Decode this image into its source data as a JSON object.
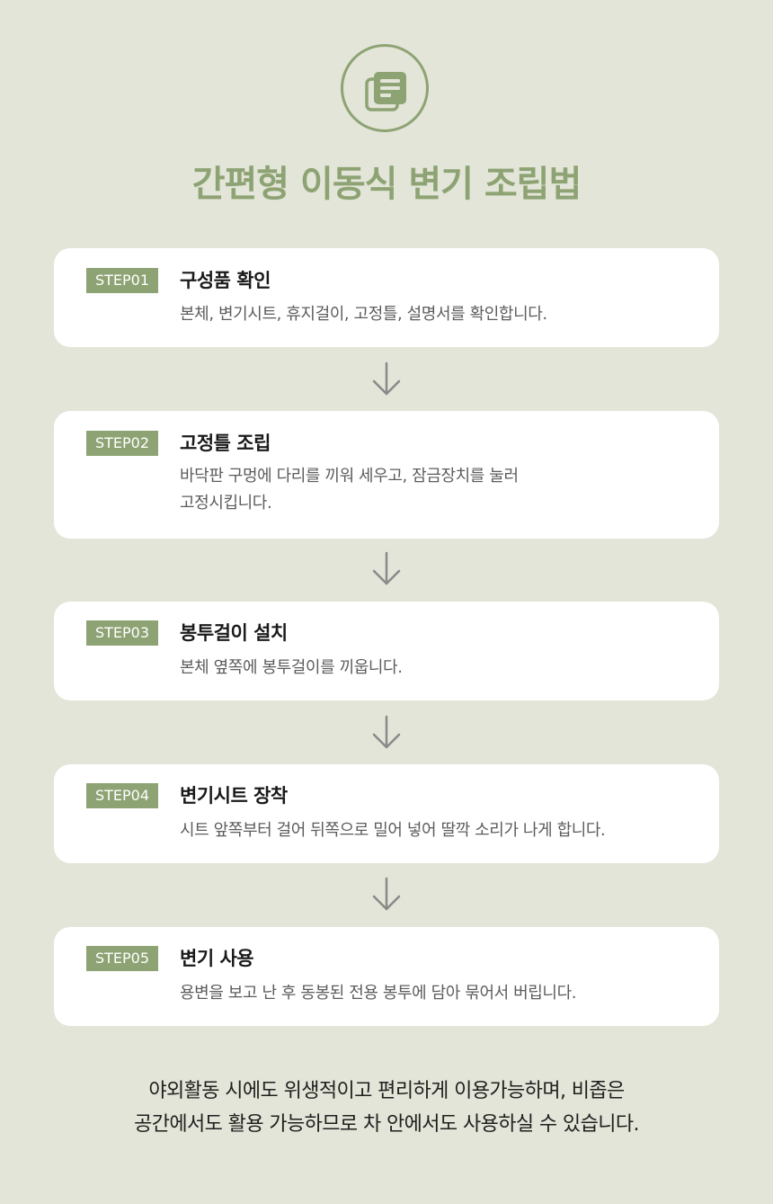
{
  "title": "간편형 이동식 변기 조립법",
  "icon": "document-stack-icon",
  "colors": {
    "accent": "#8ea374",
    "background": "#e2e5d7",
    "card": "#ffffff",
    "arrow": "#8a8a8a"
  },
  "steps": [
    {
      "badge": "STEP01",
      "title": "구성품 확인",
      "desc_lines": [
        "본체, 변기시트, 휴지걸이, 고정틀, 설명서를 확인합니다."
      ]
    },
    {
      "badge": "STEP02",
      "title": "고정틀 조립",
      "desc_lines": [
        "바닥판 구멍에 다리를 끼워 세우고, 잠금장치를 눌러",
        "고정시킵니다."
      ]
    },
    {
      "badge": "STEP03",
      "title": "봉투걸이 설치",
      "desc_lines": [
        "본체 옆쪽에 봉투걸이를 끼웁니다."
      ]
    },
    {
      "badge": "STEP04",
      "title": "변기시트 장착",
      "desc_lines": [
        "시트 앞쪽부터 걸어 뒤쪽으로 밀어 넣어 딸깍 소리가 나게 합니다."
      ]
    },
    {
      "badge": "STEP05",
      "title": "변기 사용",
      "desc_lines": [
        "용변을 보고 난 후 동봉된 전용 봉투에 담아 묶어서 버립니다."
      ]
    }
  ],
  "footer_lines": [
    "야외활동 시에도 위생적이고 편리하게 이용가능하며, 비좁은",
    "공간에서도 활용 가능하므로 차 안에서도 사용하실 수 있습니다."
  ]
}
